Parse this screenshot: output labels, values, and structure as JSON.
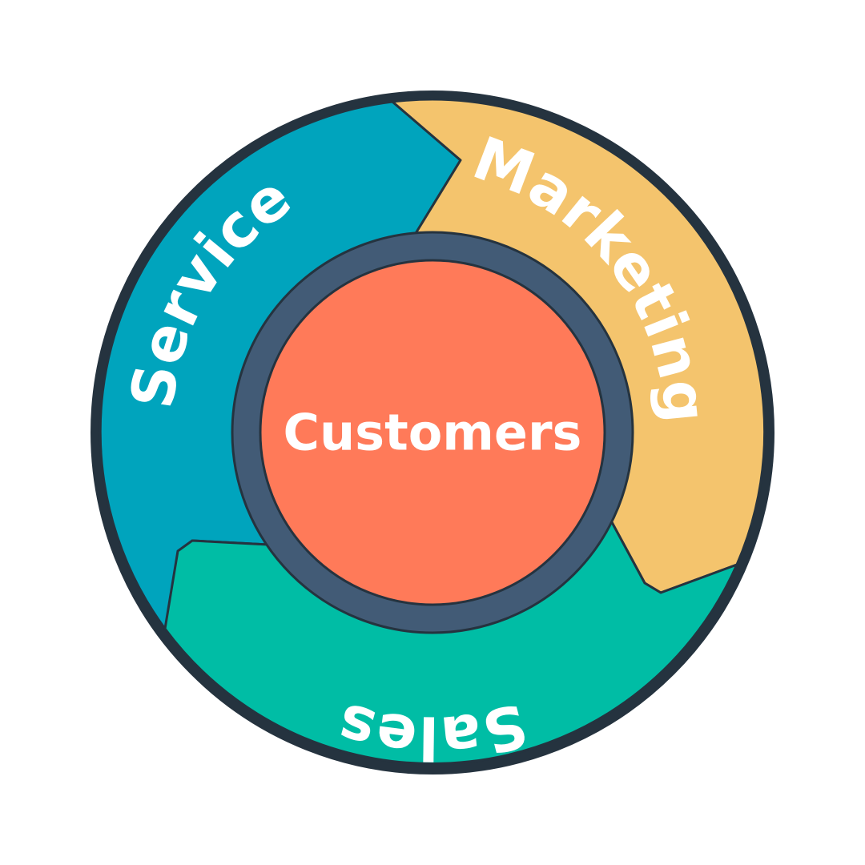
{
  "diagram": {
    "center_label": "Customers",
    "segments": [
      {
        "id": "marketing",
        "label": "Marketing"
      },
      {
        "id": "sales",
        "label": "Sales"
      },
      {
        "id": "service",
        "label": "Service"
      }
    ]
  },
  "colors": {
    "outline": "#25333f",
    "marketing": "#f4c46d",
    "sales": "#00bda5",
    "service": "#00a4bd",
    "hub_ring": "#425b76",
    "hub_core": "#ff7a59",
    "label": "#ffffff"
  }
}
